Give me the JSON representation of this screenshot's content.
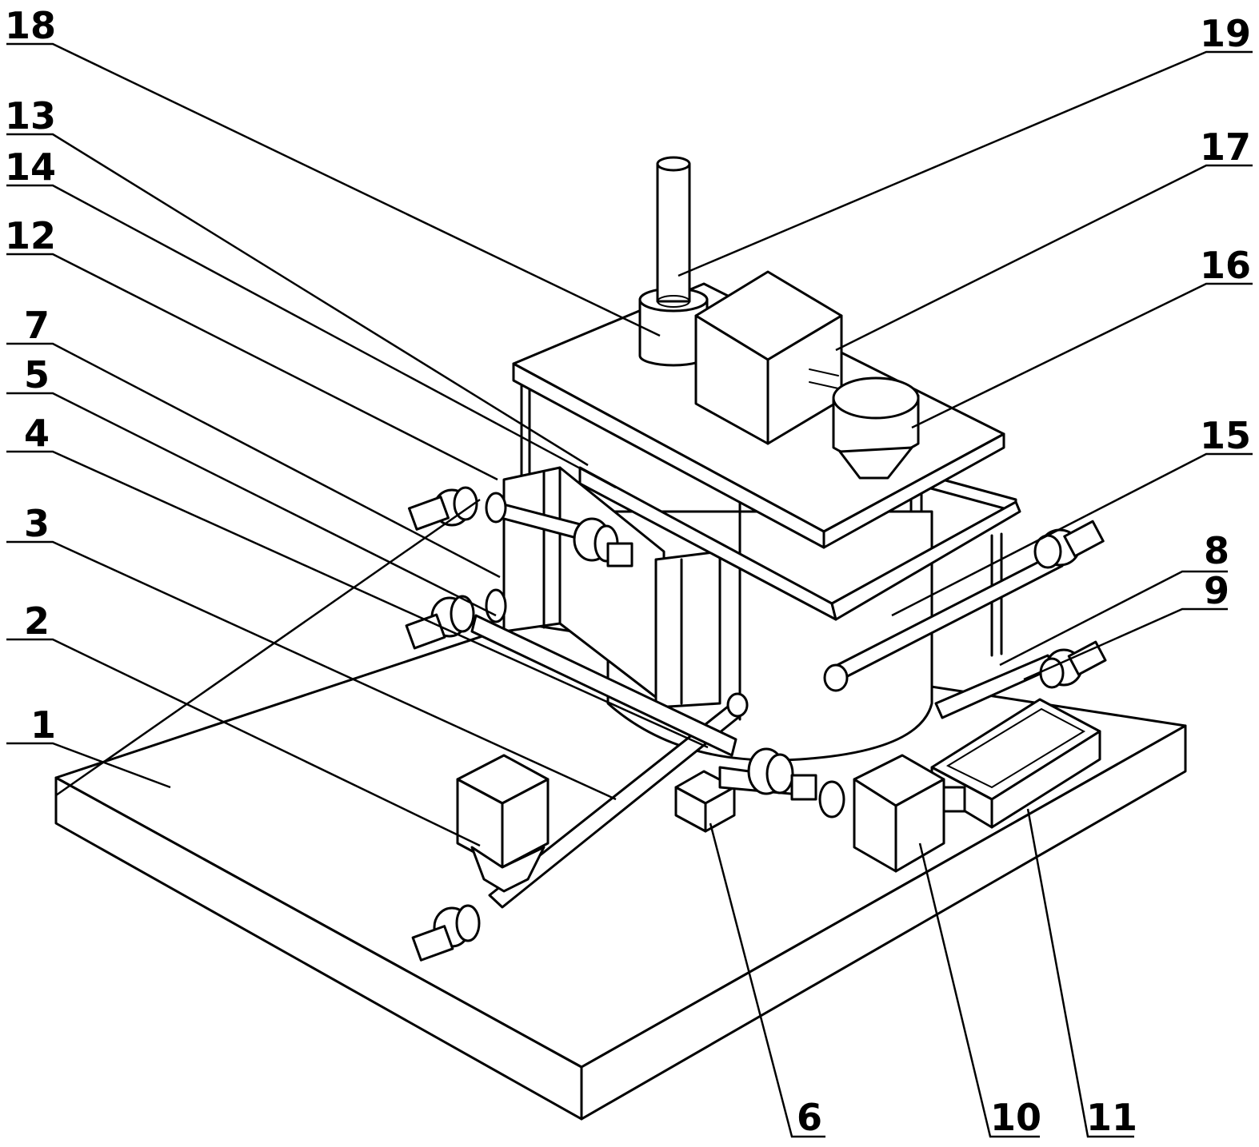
{
  "figure": {
    "labels": [
      {
        "key": "18",
        "text": "18"
      },
      {
        "key": "13",
        "text": "13"
      },
      {
        "key": "14",
        "text": "14"
      },
      {
        "key": "12",
        "text": "12"
      },
      {
        "key": "7",
        "text": "7"
      },
      {
        "key": "5",
        "text": "5"
      },
      {
        "key": "4",
        "text": "4"
      },
      {
        "key": "3",
        "text": "3"
      },
      {
        "key": "2",
        "text": "2"
      },
      {
        "key": "1",
        "text": "1"
      },
      {
        "key": "19",
        "text": "19"
      },
      {
        "key": "17",
        "text": "17"
      },
      {
        "key": "16",
        "text": "16"
      },
      {
        "key": "15",
        "text": "15"
      },
      {
        "key": "8",
        "text": "8"
      },
      {
        "key": "9",
        "text": "9"
      },
      {
        "key": "6",
        "text": "6"
      },
      {
        "key": "10",
        "text": "10"
      },
      {
        "key": "11",
        "text": "11"
      }
    ]
  }
}
